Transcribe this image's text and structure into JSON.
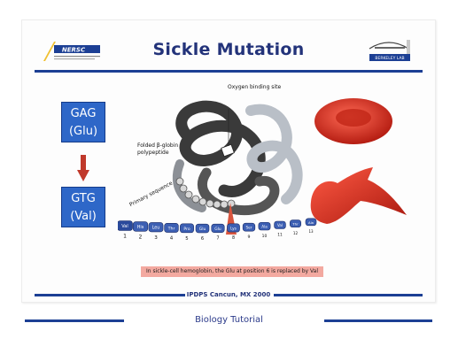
{
  "slide": {
    "title": "Sickle Mutation",
    "logo_left_text": "NERSC",
    "logo_right_text": "BERKELEY LAB",
    "codon_normal": "GAG",
    "aa_normal": "(Glu)",
    "codon_mutant": "GTG",
    "aa_mutant": "(Val)",
    "label_oxygen": "Oxygen binding site",
    "label_folded_line1": "Folded β-globin",
    "label_folded_line2": "polypeptide",
    "label_primary": "Primary sequence",
    "residues": [
      "Val",
      "His",
      "Leu",
      "Thr",
      "Pro",
      "Glu",
      "Glu",
      "Lys",
      "Ser",
      "Ala",
      "Val",
      "Thr",
      "Ala"
    ],
    "positions": [
      "1",
      "2",
      "3",
      "4",
      "5",
      "6",
      "7",
      "8",
      "9",
      "10",
      "11",
      "12",
      "13"
    ],
    "caption": "In sickle-cell hemoglobin, the Glu at position 6 is replaced by Val",
    "footer": "IPDPS Cancun, MX 2000"
  },
  "page": {
    "footer_label": "Biology Tutorial"
  },
  "colors": {
    "accent_blue": "#1c3f94",
    "codon_box": "#2e67c8",
    "arrow_red": "#c0392b",
    "rbc_red": "#d42a1c",
    "caption_bg": "#f3a9a0"
  }
}
